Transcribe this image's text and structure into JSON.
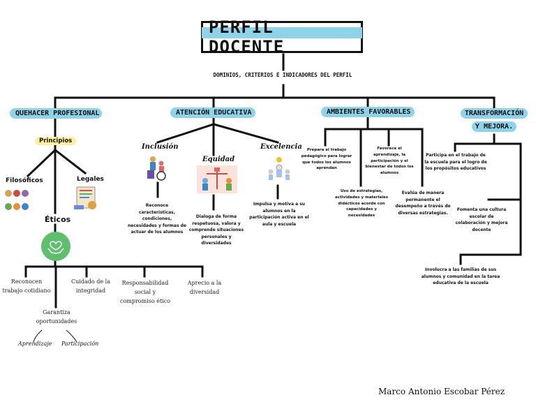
{
  "title": "PERFIL DOCENTE",
  "subtitle": "DOMINIOS, CRITERIOS E INDICADORES DEL PERFIL",
  "branches": {
    "quehacer": {
      "label": "QUEHACER PROFESIONAL",
      "principios": "Principios",
      "filosoficos": "Filosóficos",
      "legales": "Legales",
      "eticos": "Éticos",
      "items": [
        "Reconocen trabajo cotidiano",
        "Cuidado de la integridad",
        "Responsabilidad social y compromiso ético",
        "Aprecio a la diversidad"
      ],
      "garantiza": "Garantiza oportunidades",
      "aprendizaje": "Aprendizaje",
      "participacion": "Participación"
    },
    "atencion": {
      "label": "ATENCIÓN EDUCATIVA",
      "inclusion": "Inclusión",
      "equidad": "Equidad",
      "excelencia": "Excelencia",
      "inclusion_text": "Reconoce características, condiciones, necesidades y formas de actuar de los alumnos",
      "equidad_text": "Dialoga de forma respetuosa, valora y comprende situaciones personales y diversidades",
      "excelencia_text": "Impulsa y motiva a su alumnos en la participación activa en el aula y escuela"
    },
    "ambientes": {
      "label": "AMBIENTES FAVORABLES",
      "t1": "Prepara el trabajo pedagógico para lograr que todos los alumnos aprendan",
      "t2": "Favorece el aprendizaje, la participación y el bienestar de todos los alumnos",
      "t3": "Uso de estrategias, actividades y materiales didácticos acorde con capacidades y necesidades",
      "t4": "Evalúa de manera permanente el desempeño a través de diversas estrategias."
    },
    "transformacion": {
      "label1": "TRANSFORMACIÓN",
      "label2": "Y MEJORA.",
      "t1": "Participa en el trabajo de la escuela para el logro de los propósitos educativos",
      "t2": "Fomenta una cultura escolar de colaboración y mejora docente",
      "t3": "Involucra a las familias de sus alumnos y comunidad en la tarea educativa de la escuela"
    }
  },
  "author": "Marco Antonio Escobar Pérez",
  "colors": {
    "accent": "#8fd3ea",
    "yellow": "#fff0a0",
    "green": "#5fbf6e",
    "line": "#111111"
  }
}
